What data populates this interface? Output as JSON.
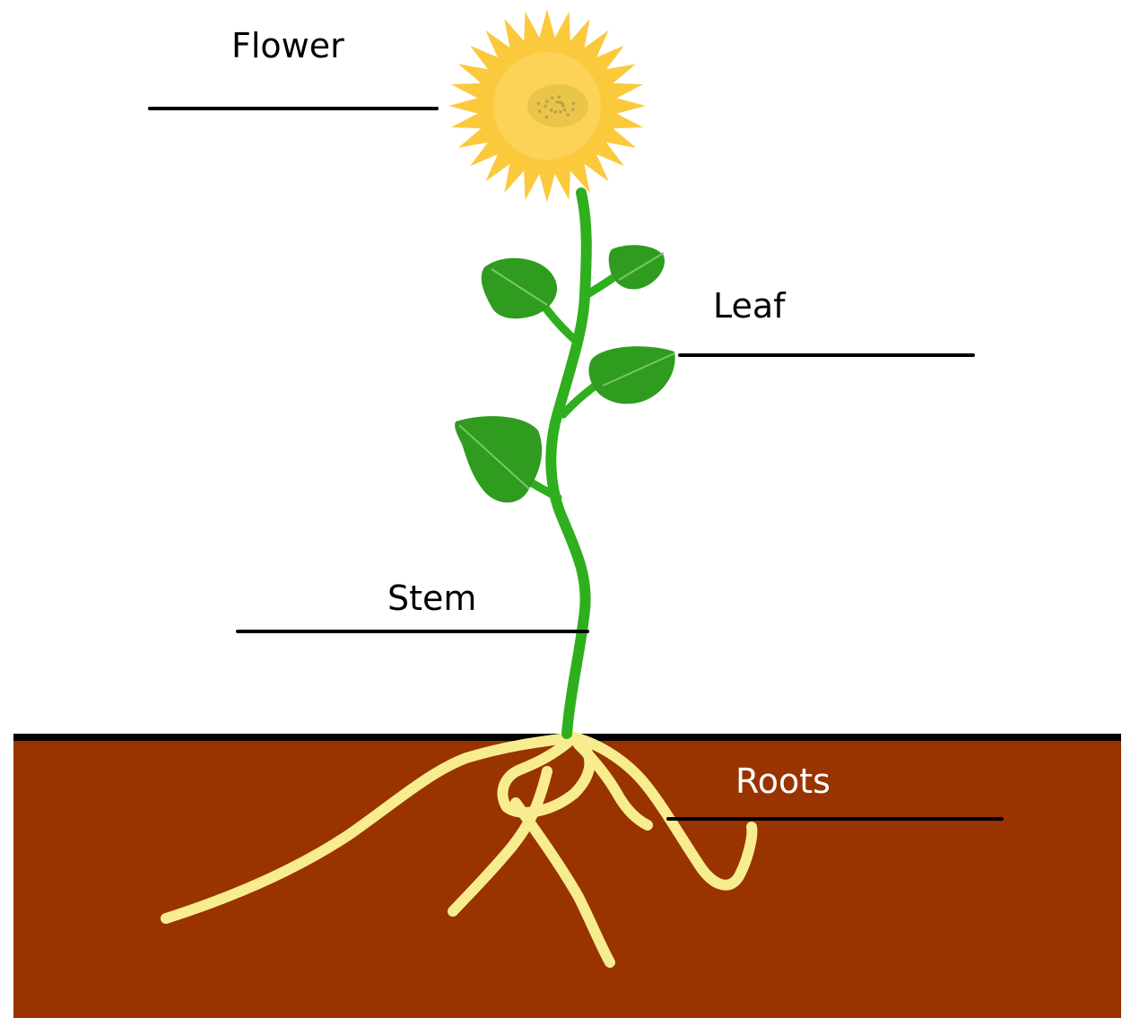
{
  "labels": {
    "flower": "Flower",
    "leaf": "Leaf",
    "stem": "Stem",
    "roots": "Roots"
  },
  "colors": {
    "soil": "#993300",
    "ground_line": "#000000",
    "petal": "#fbc93c",
    "flower_center": "#e9c54a",
    "leaf": "#2f9c1f",
    "stem": "#2fae1e",
    "root": "#f7ed8f",
    "pointer_line": "#000000",
    "label_dark": "#000000",
    "label_light": "#ffffff"
  }
}
